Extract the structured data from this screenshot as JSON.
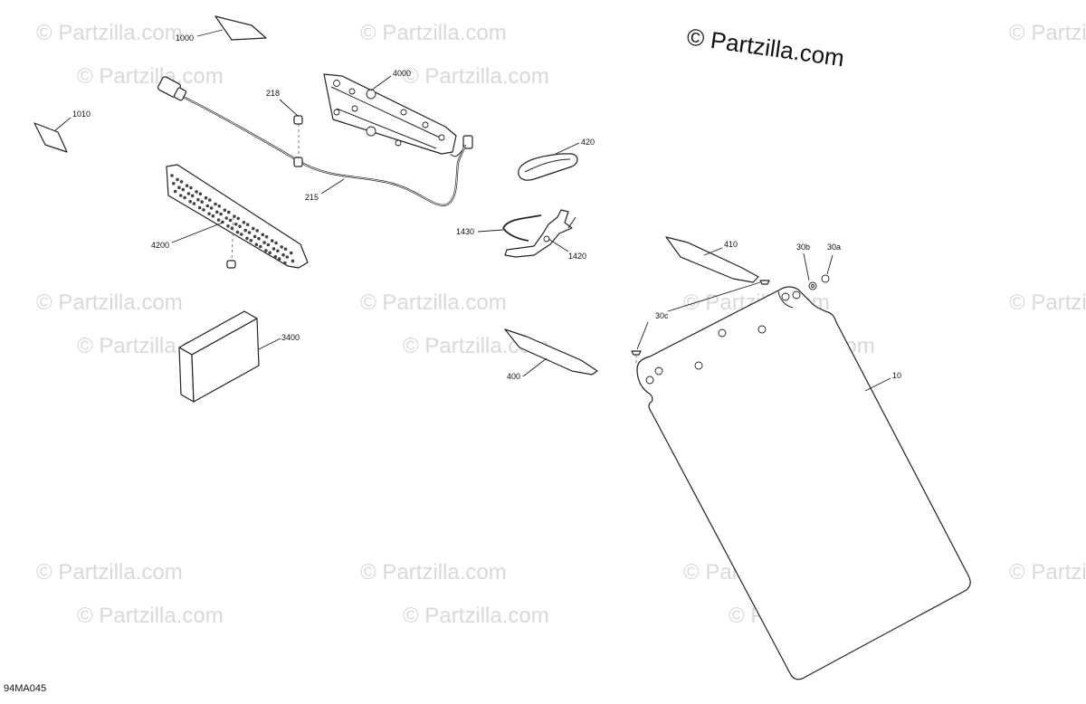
{
  "copyright": "© Partzilla.com",
  "watermark_text": "© Partzilla.com",
  "figure_code": "94MA045",
  "callouts": {
    "p1000": "1000",
    "p1010": "1010",
    "p218": "218",
    "p4000": "4000",
    "p215": "215",
    "p420": "420",
    "p4200": "4200",
    "p1430": "1430",
    "p1420": "1420",
    "p410": "410",
    "p30b": "30b",
    "p30a": "30a",
    "p30c": "30c",
    "p3400": "3400",
    "p400": "400",
    "p10": "10"
  }
}
